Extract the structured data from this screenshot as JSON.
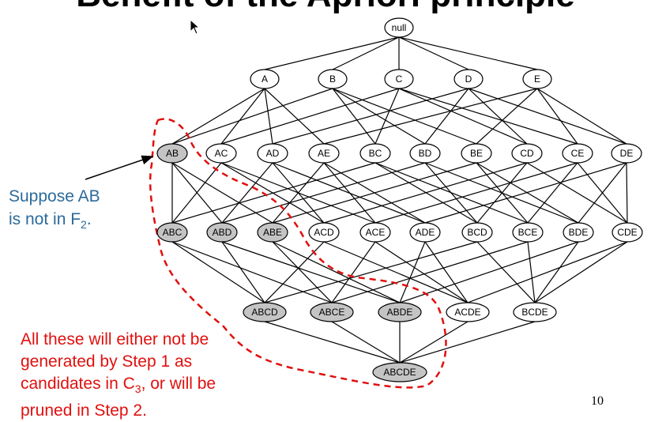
{
  "slide": {
    "title": "Benefit of the Apriori principle",
    "page_number": "10"
  },
  "annotations": {
    "left_note": {
      "line1": "Suppose AB",
      "line2_prefix": "is not in F",
      "line2_sub": "2",
      "line2_suffix": "."
    },
    "bottom_note": {
      "line1": "All these will either not be",
      "line2": "generated by Step 1 as",
      "line3_prefix": "candidates in C",
      "line3_sub": "3",
      "line3_suffix": ", or will be",
      "line4": "pruned in Step 2."
    }
  },
  "lattice": {
    "levels": [
      [
        "null"
      ],
      [
        "A",
        "B",
        "C",
        "D",
        "E"
      ],
      [
        "AB",
        "AC",
        "AD",
        "AE",
        "BC",
        "BD",
        "BE",
        "CD",
        "CE",
        "DE"
      ],
      [
        "ABC",
        "ABD",
        "ABE",
        "ACD",
        "ACE",
        "ADE",
        "BCD",
        "BCE",
        "BDE",
        "CDE"
      ],
      [
        "ABCD",
        "ABCE",
        "ABDE",
        "ACDE",
        "BCDE"
      ],
      [
        "ABCDE"
      ]
    ],
    "shaded": [
      "AB",
      "ABC",
      "ABD",
      "ABE",
      "ABCD",
      "ABCE",
      "ABDE",
      "ABCDE"
    ]
  },
  "colors": {
    "shaded_fill": "#c4c4c4",
    "plain_fill": "#ffffff",
    "edge": "#000000",
    "dashed_outline": "#e0100e",
    "left_note_text": "#2c6a9a",
    "bottom_note_text": "#e0100e"
  }
}
